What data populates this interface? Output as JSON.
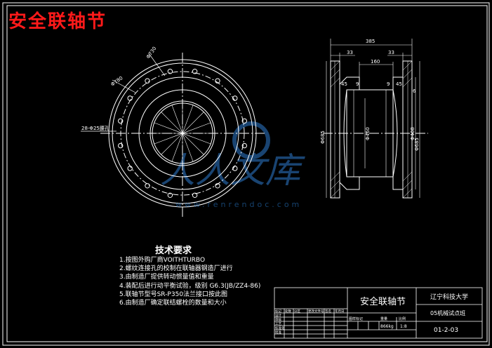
{
  "title": "安全联轴节",
  "dimensions": {
    "side_overall": "385",
    "side_left_flange": "33",
    "side_right_flange": "33",
    "side_inner": "160",
    "side_bevel_left": "45",
    "side_bevel_right": "45",
    "side_gap_left": "9",
    "side_gap_right": "9",
    "side_small_right": "6",
    "side_dia_left": "Φ685",
    "side_dia_mid": "Φ460",
    "side_dia_right1": "Φ408",
    "side_dia_right2": "Φ685",
    "front_pcd_outer": "Φ730",
    "front_pcd_inner": "Φ780",
    "front_holes": "28-Φ25腰孔"
  },
  "tech_requirements": {
    "title": "技术要求",
    "items": [
      "1.按图外购厂商VOITHTURBO",
      "2.螺纹连接孔的校制在联轴器钢造厂进行",
      "3.由制造厂提供转动惯量值和重量",
      "4.装配后进行动平衡试验，级别 G6.3(JB/ZZ4-86)",
      "5.联轴节型号SR-P350法兰接口按此图",
      "6.由制造厂确定联结螺栓的数量和大小"
    ]
  },
  "title_block": {
    "drawing_name": "安全联轴节",
    "school": "辽宁科技大学",
    "class": "05机械试点班",
    "drawing_no": "01-2-03",
    "scale_label": "比例",
    "scale": "1:8",
    "weight": "866kg",
    "sheet_labels": [
      "图样标记",
      "重量",
      "比例"
    ],
    "rev_rows": [
      "标记",
      "处数",
      "分区",
      "更改文件号",
      "签名",
      "年月日"
    ],
    "role_rows": [
      "设计",
      "审核",
      "工艺",
      "标准化",
      "批准"
    ]
  },
  "watermark": {
    "text": "www.renrendoc.com",
    "logo": "人人文库"
  }
}
